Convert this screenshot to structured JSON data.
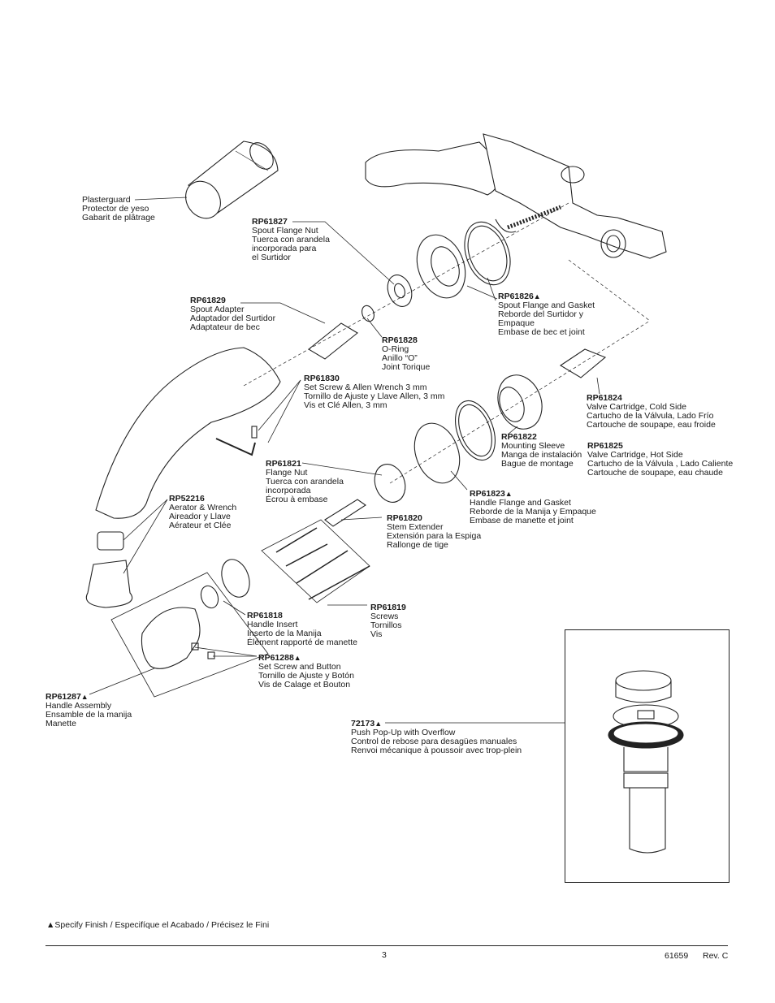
{
  "parts": [
    {
      "id": "plasterguard",
      "part_number": "",
      "lines": [
        "Plasterguard",
        "Protector de yeso",
        "Gabarit de plâtrage"
      ]
    },
    {
      "id": "rp61827",
      "part_number": "RP61827",
      "lines": [
        "Spout Flange Nut",
        "Tuerca con arandela",
        "incorporada para",
        "el Surtidor"
      ]
    },
    {
      "id": "rp61829",
      "part_number": "RP61829",
      "lines": [
        "Spout Adapter",
        "Adaptador del Surtidor",
        "Adaptateur de bec"
      ]
    },
    {
      "id": "rp61826",
      "part_number": "RP61826",
      "marker": "▲",
      "lines": [
        "Spout Flange and Gasket",
        "Reborde del Surtidor y",
        "Empaque",
        "Embase de bec et joint"
      ]
    },
    {
      "id": "rp61828",
      "part_number": "RP61828",
      "lines": [
        "O-Ring",
        "Anillo “O”",
        "Joint Torique"
      ]
    },
    {
      "id": "rp61830",
      "part_number": "RP61830",
      "lines": [
        "Set Screw & Allen Wrench 3 mm",
        "Tornillo de Ajuste y Llave Allen, 3 mm",
        "Vis et Clé Allen, 3 mm"
      ]
    },
    {
      "id": "rp61824",
      "part_number": "RP61824",
      "lines": [
        "Valve Cartridge, Cold Side",
        "Cartucho de la Válvula, Lado Frío",
        "Cartouche de soupape, eau froide"
      ]
    },
    {
      "id": "rp61822",
      "part_number": "RP61822",
      "lines": [
        "Mounting Sleeve",
        "Manga de instalación",
        "Bague de montage"
      ]
    },
    {
      "id": "rp61825",
      "part_number": "RP61825",
      "lines": [
        "Valve Cartridge, Hot Side",
        "Cartucho de la Válvula , Lado Caliente",
        "Cartouche de soupape, eau chaude"
      ]
    },
    {
      "id": "rp61821",
      "part_number": "RP61821",
      "lines": [
        "Flange Nut",
        "Tuerca con arandela",
        " incorporada",
        "Écrou à embase"
      ]
    },
    {
      "id": "rp52216",
      "part_number": "RP52216",
      "lines": [
        "Aerator & Wrench",
        "Aireador y Llave",
        "Aérateur et Clée"
      ]
    },
    {
      "id": "rp61823",
      "part_number": "RP61823",
      "marker": "▲",
      "lines": [
        "Handle Flange and Gasket",
        "Reborde de la Manija y Empaque",
        "Embase de manette et joint"
      ]
    },
    {
      "id": "rp61820",
      "part_number": "RP61820",
      "lines": [
        "Stem Extender",
        "Extensión para la Espiga",
        "Rallonge de tige"
      ]
    },
    {
      "id": "rp61819",
      "part_number": "RP61819",
      "lines": [
        "Screws",
        "Tornillos",
        "Vis"
      ]
    },
    {
      "id": "rp61818",
      "part_number": "RP61818",
      "lines": [
        "Handle Insert",
        "Inserto de la Manija",
        "Élément rapporté de manette"
      ]
    },
    {
      "id": "rp61288",
      "part_number": "RP61288",
      "marker": "▲",
      "lines": [
        "Set Screw and Button",
        "Tornillo de Ajuste y Botón",
        "Vis de Calage et Bouton"
      ]
    },
    {
      "id": "rp61287",
      "part_number": "RP61287",
      "marker": "▲",
      "lines": [
        "Handle Assembly",
        "Ensamble de la manija",
        "Manette"
      ]
    },
    {
      "id": "p72173",
      "part_number": "72173",
      "marker": "▲",
      "lines": [
        "Push Pop-Up with Overflow",
        "Control de rebose para desagües manuales",
        "Renvoi mécanique à poussoir avec trop-plein"
      ]
    }
  ],
  "footnote": "▲Specify Finish / Especifíque el Acabado / Précisez le Fini",
  "footer": {
    "page": "3",
    "doc_number": "61659",
    "revision": "Rev. C"
  }
}
